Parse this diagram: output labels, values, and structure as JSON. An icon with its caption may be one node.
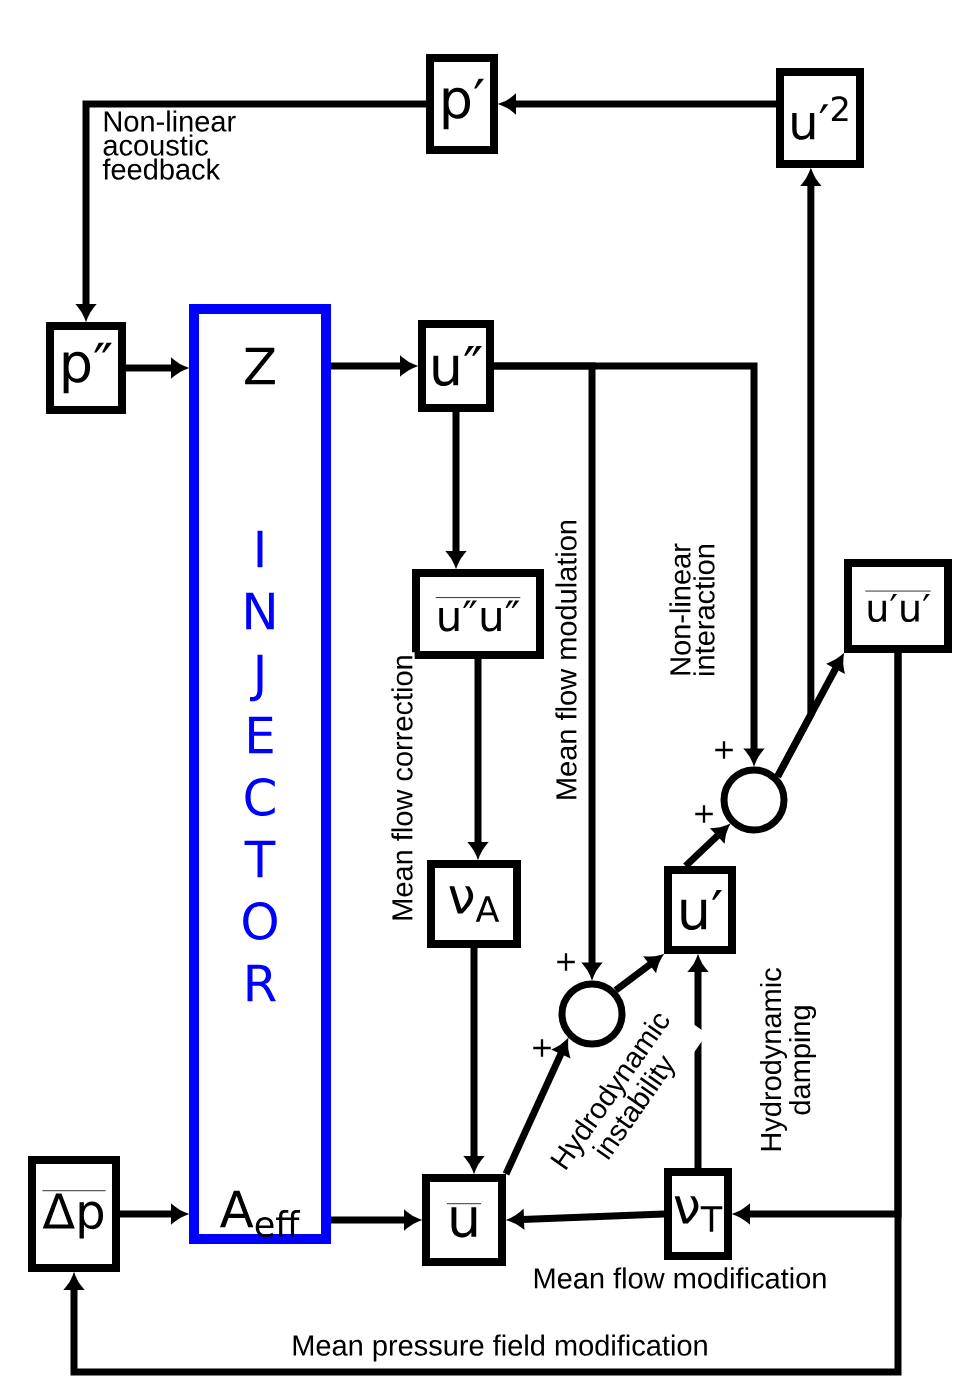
{
  "diagram": {
    "nodes": [
      {
        "text": [
          "p′"
        ]
      },
      {
        "text": [
          "u′$^{2}$"
        ]
      },
      {
        "text": [
          "p″"
        ]
      },
      {
        "text": [
          "Z",
          "I N J E C T O R",
          "A$_{eff}$"
        ]
      },
      {
        "text": [
          "u″"
        ]
      },
      {
        "text": [
          "\\overline{\\mbox{u″u″}}"
        ]
      },
      {
        "text": [
          "ν$_{A}$"
        ]
      },
      {
        "text": [
          "\\overline{\\mbox{u}}"
        ]
      },
      {
        "text": [],
        "shape": "circle"
      },
      {
        "text": [
          "u′"
        ]
      },
      {
        "text": [],
        "shape": "circle"
      },
      {
        "text": [
          "\\overline{\\mbox{u′u′}}"
        ]
      },
      {
        "text": [
          "ν$_{T}$"
        ]
      },
      {
        "text": [
          "\\overline{\\mbox{Δp}}"
        ]
      }
    ],
    "edges": [
      {
        "from": 1,
        "to": 0,
        "arrow": "to"
      },
      {
        "from": 0,
        "to": 2,
        "arrow": "to",
        "label": "Non-linear acoustic feedback"
      },
      {
        "from": 2,
        "to": 3,
        "arrow": "to"
      },
      {
        "from": 3,
        "to": 4,
        "arrow": "to"
      },
      {
        "from": 4,
        "to": 5,
        "arrow": "to"
      },
      {
        "from": 4,
        "to": 8,
        "arrow": "to",
        "label": "Mean flow modulation"
      },
      {
        "from": 4,
        "to": 10,
        "arrow": "to",
        "label": "Non-linear interaction"
      },
      {
        "from": 5,
        "to": 6,
        "arrow": "to",
        "label": "Mean flow correction"
      },
      {
        "from": 6,
        "to": 7,
        "arrow": "to"
      },
      {
        "from": 7,
        "to": 8,
        "arrow": "to",
        "label": "Hydrodynamic instability"
      },
      {
        "from": 8,
        "to": 9,
        "arrow": "to"
      },
      {
        "from": 9,
        "to": 10,
        "arrow": "to"
      },
      {
        "from": 10,
        "to": 11,
        "arrow": "to"
      },
      {
        "from": 10,
        "to": 1,
        "arrow": "to"
      },
      {
        "from": 11,
        "to": 12,
        "arrow": "to"
      },
      {
        "from": 11,
        "to": 13,
        "arrow": "to",
        "label": "Mean pressure field modification"
      },
      {
        "from": 12,
        "to": 7,
        "arrow": "to",
        "label": "Mean flow modification"
      },
      {
        "from": 12,
        "to": 9,
        "arrow": "to",
        "label": "Hydrodynamic damping"
      },
      {
        "from": 13,
        "to": 3,
        "arrow": "to"
      },
      {
        "from": 3,
        "to": 7,
        "arrow": "to"
      }
    ],
    "labels": [
      "+",
      "+",
      "+",
      "+"
    ]
  }
}
